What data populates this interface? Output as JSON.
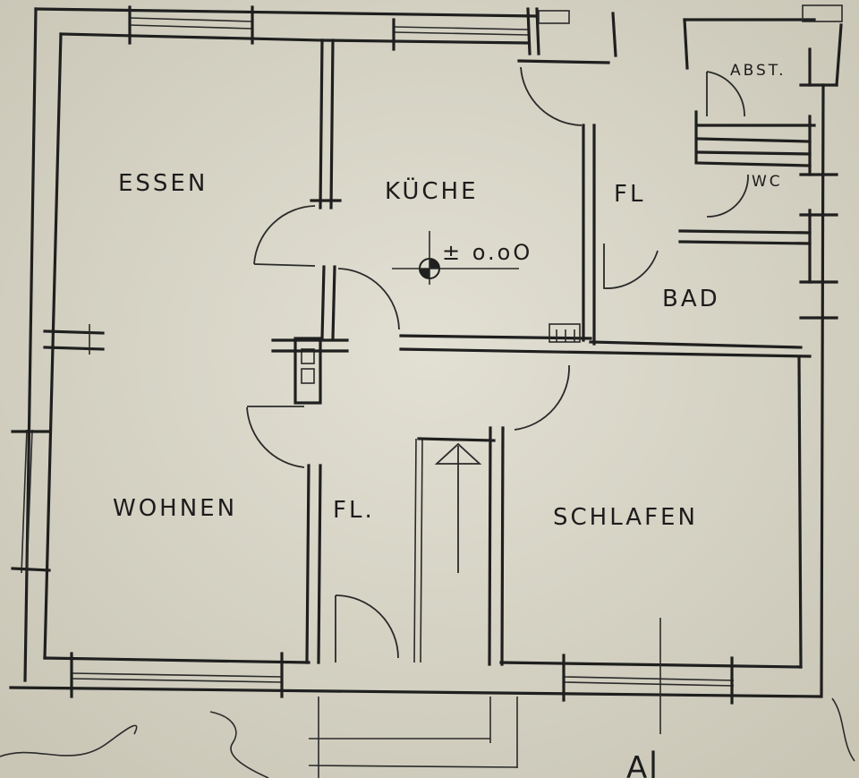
{
  "rooms": {
    "essen": "ESSEN",
    "kueche": "KÜCHE",
    "flur_oben": "FL",
    "abstellraum": "ABST.",
    "wc": "WC",
    "bad": "BAD",
    "wohnen": "WOHNEN",
    "flur_unten": "FL.",
    "schlafen": "SCHLAFEN"
  },
  "level_marker": {
    "text": "± o.oO"
  },
  "section_mark": {
    "text": "A"
  },
  "colors": {
    "paper": "#d9d7c9",
    "ink": "#1f1f1f",
    "accent": "#c97a78"
  }
}
